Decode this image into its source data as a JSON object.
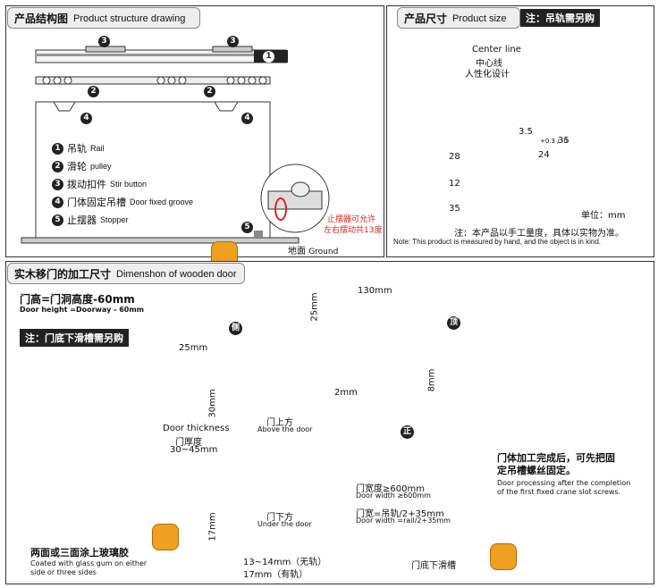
{
  "top_left": {
    "title_cn": "产品结构图",
    "title_en": "Product structure drawing",
    "legend": [
      {
        "num": "1",
        "cn": "吊轨",
        "en": "Rail"
      },
      {
        "num": "2",
        "cn": "滑轮",
        "en": "pulley"
      },
      {
        "num": "3",
        "cn": "拨动扣件",
        "en": "Stir button"
      },
      {
        "num": "4",
        "cn": "门体固定吊槽",
        "en": "Door fixed groove"
      },
      {
        "num": "5",
        "cn": "止摆器",
        "en": "Stopper"
      }
    ],
    "callout_num_1": "1",
    "callout_num_2": "2",
    "callout_num_3": "3",
    "callout_num_4": "4",
    "callout_num_5": "5",
    "stopper_note_1": "止摆器可允许",
    "stopper_note_2": "左右摆动共13度",
    "ground_cn": "地面",
    "ground_en": "Ground"
  },
  "top_right": {
    "title_cn": "产品尺寸",
    "title_en": "Product size",
    "badge": "注：吊轨需另购",
    "center_line_en": "Center line",
    "center_line_cn": "中心线",
    "humanized": "人性化设计",
    "dim_28": "28",
    "dim_12": "12",
    "dim_35w": "35",
    "dim_35h": "35",
    "dim_35s": "3.5",
    "dim_24": "24",
    "dim_24_tol": "+0.3 / -0",
    "unit": "单位：mm",
    "note_cn": "注：本产品以手工量度，具体以实物为准。",
    "note_en": "Note: This product is measured by hand, and the object is in kind."
  },
  "bottom": {
    "title_cn": "实木移门的加工尺寸",
    "title_en": "Dimenshon of wooden door",
    "height_cn": "门高=门洞高度-60mm",
    "height_en": "Door height =Doorway - 60mm",
    "note_badge": "注：门底下滑槽需另购",
    "glue_cn": "两面或三面涂上玻璃胶",
    "glue_en_1": "Coated with glass gum on either",
    "glue_en_2": "side or three sides",
    "side_label": "侧",
    "top_label": "顶",
    "front_label": "正",
    "dim_25": "25mm",
    "dim_30": "30mm",
    "dim_17": "17mm",
    "dim_130": "130mm",
    "dim_25b": "25mm",
    "dim_2": "2mm",
    "dim_8": "8mm",
    "thickness_en": "Door thickness",
    "thickness_cn": "门厚度",
    "thickness_val": "30~45mm",
    "above_cn": "门上方",
    "above_en": "Above the door",
    "under_cn": "门下方",
    "under_en": "Under the door",
    "width1_cn": "门宽度≥600mm",
    "width1_en": "Door width ≥600mm",
    "width2_cn": "门宽=吊轨/2+35mm",
    "width2_en": "Door width =rail/2+35mm",
    "slot_a": "13~14mm（无轨）",
    "slot_b": "17mm（有轨）",
    "bottom_slot": "门底下滑槽",
    "process_cn_1": "门体加工完成后，可先把固",
    "process_cn_2": "定吊槽螺丝固定。",
    "process_en_1": "Door processing after the completion",
    "process_en_2": "of the first fixed crane slot screws."
  }
}
